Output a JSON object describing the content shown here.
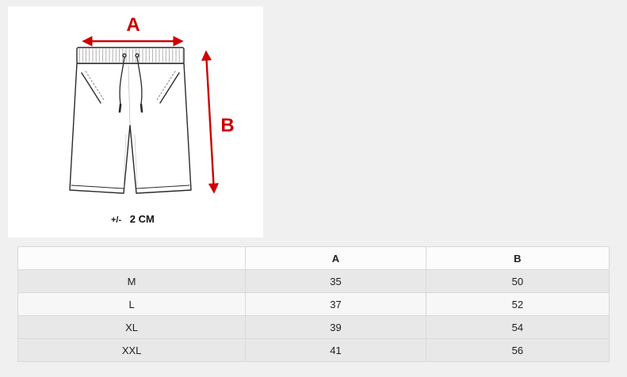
{
  "page": {
    "background_color": "#f0f0f1"
  },
  "diagram": {
    "label_a": "A",
    "label_b": "B",
    "tolerance_prefix": "+/-",
    "tolerance_value": "2 CM",
    "arrow_color": "#cc0000"
  },
  "table": {
    "columns": [
      "",
      "A",
      "B"
    ],
    "rows": [
      {
        "size": "M",
        "a": "35",
        "b": "50"
      },
      {
        "size": "L",
        "a": "37",
        "b": "52"
      },
      {
        "size": "XL",
        "a": "39",
        "b": "54"
      },
      {
        "size": "XXL",
        "a": "41",
        "b": "56"
      }
    ]
  }
}
